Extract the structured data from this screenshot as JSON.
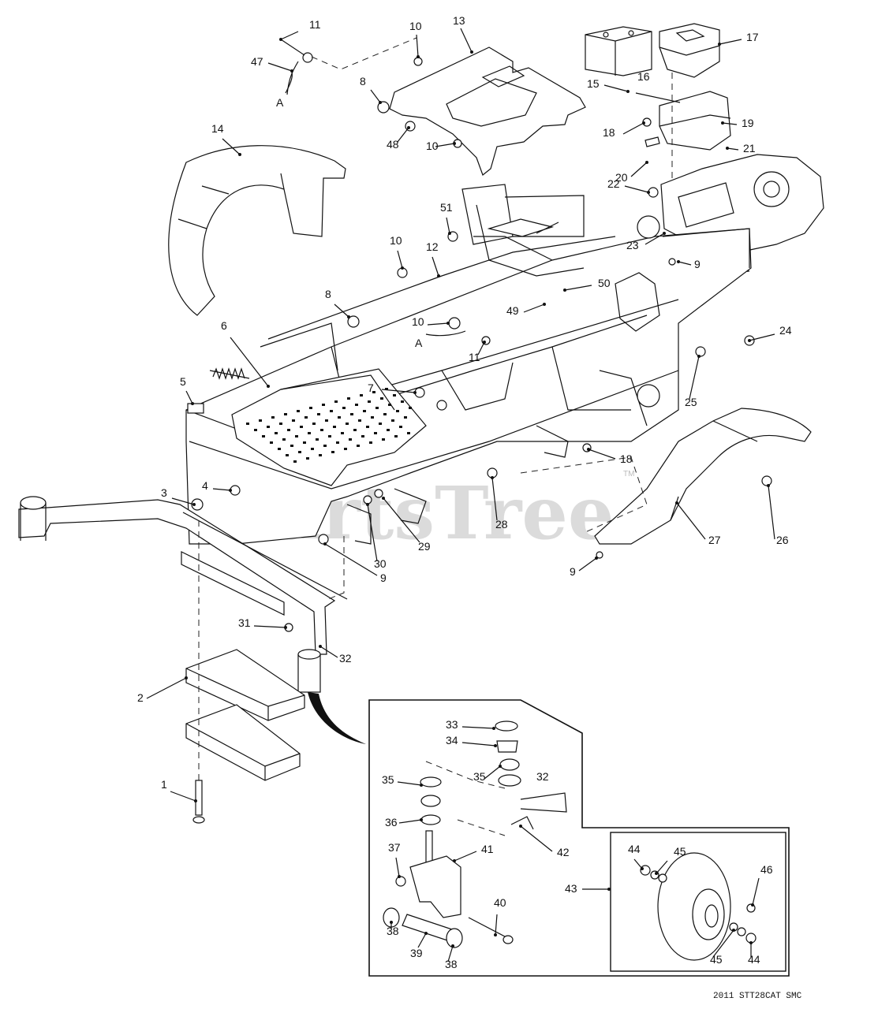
{
  "watermark": "PartsTree",
  "watermark_tm": "TM",
  "diagram_code": "2011 STT28CAT SMC",
  "callouts": [
    {
      "id": "11a",
      "text": "11"
    },
    {
      "id": "47",
      "text": "47"
    },
    {
      "id": "Aa",
      "text": "A"
    },
    {
      "id": "10a",
      "text": "10"
    },
    {
      "id": "13",
      "text": "13"
    },
    {
      "id": "8a",
      "text": "8"
    },
    {
      "id": "48",
      "text": "48"
    },
    {
      "id": "10b",
      "text": "10"
    },
    {
      "id": "16",
      "text": "16"
    },
    {
      "id": "17",
      "text": "17"
    },
    {
      "id": "15",
      "text": "15"
    },
    {
      "id": "18a",
      "text": "18"
    },
    {
      "id": "19",
      "text": "19"
    },
    {
      "id": "21",
      "text": "21"
    },
    {
      "id": "20",
      "text": "20"
    },
    {
      "id": "22",
      "text": "22"
    },
    {
      "id": "23",
      "text": "23"
    },
    {
      "id": "9a",
      "text": "9"
    },
    {
      "id": "14",
      "text": "14"
    },
    {
      "id": "51",
      "text": "51"
    },
    {
      "id": "10c",
      "text": "10"
    },
    {
      "id": "12",
      "text": "12"
    },
    {
      "id": "50",
      "text": "50"
    },
    {
      "id": "49",
      "text": "49"
    },
    {
      "id": "8b",
      "text": "8"
    },
    {
      "id": "10d",
      "text": "10"
    },
    {
      "id": "Ab",
      "text": "A"
    },
    {
      "id": "11b",
      "text": "11"
    },
    {
      "id": "24",
      "text": "24"
    },
    {
      "id": "6",
      "text": "6"
    },
    {
      "id": "5",
      "text": "5"
    },
    {
      "id": "7",
      "text": "7"
    },
    {
      "id": "25",
      "text": "25"
    },
    {
      "id": "18b",
      "text": "18"
    },
    {
      "id": "4",
      "text": "4"
    },
    {
      "id": "3",
      "text": "3"
    },
    {
      "id": "28",
      "text": "28"
    },
    {
      "id": "29",
      "text": "29"
    },
    {
      "id": "30",
      "text": "30"
    },
    {
      "id": "9b",
      "text": "9"
    },
    {
      "id": "27",
      "text": "27"
    },
    {
      "id": "26",
      "text": "26"
    },
    {
      "id": "9c",
      "text": "9"
    },
    {
      "id": "31",
      "text": "31"
    },
    {
      "id": "32a",
      "text": "32"
    },
    {
      "id": "2",
      "text": "2"
    },
    {
      "id": "1",
      "text": "1"
    },
    {
      "id": "33",
      "text": "33"
    },
    {
      "id": "34",
      "text": "34"
    },
    {
      "id": "35a",
      "text": "35"
    },
    {
      "id": "35b",
      "text": "35"
    },
    {
      "id": "32b",
      "text": "32"
    },
    {
      "id": "36",
      "text": "36"
    },
    {
      "id": "42",
      "text": "42"
    },
    {
      "id": "37",
      "text": "37"
    },
    {
      "id": "41",
      "text": "41"
    },
    {
      "id": "44a",
      "text": "44"
    },
    {
      "id": "45a",
      "text": "45"
    },
    {
      "id": "43",
      "text": "43"
    },
    {
      "id": "46",
      "text": "46"
    },
    {
      "id": "40",
      "text": "40"
    },
    {
      "id": "38a",
      "text": "38"
    },
    {
      "id": "39",
      "text": "39"
    },
    {
      "id": "38b",
      "text": "38"
    },
    {
      "id": "45b",
      "text": "45"
    },
    {
      "id": "44b",
      "text": "44"
    }
  ]
}
